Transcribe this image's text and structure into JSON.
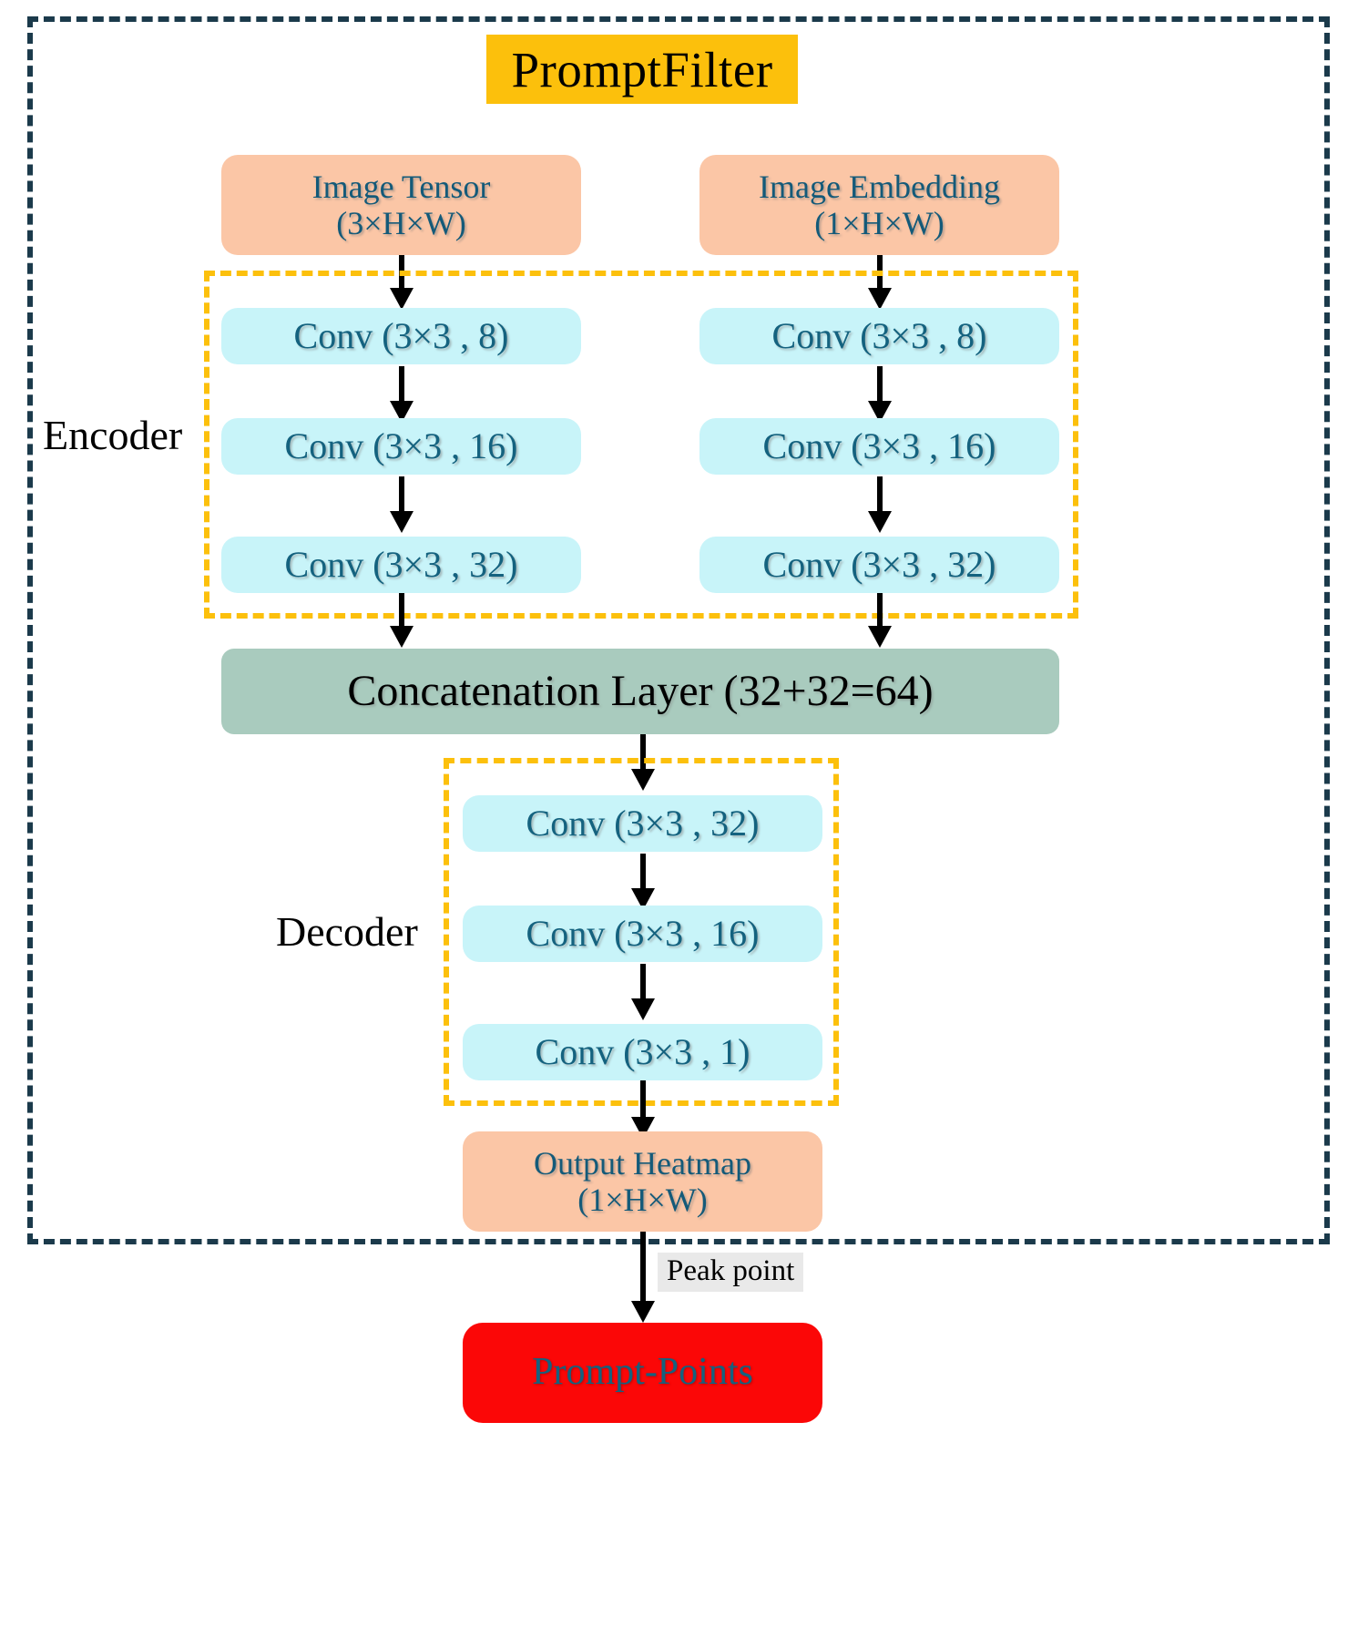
{
  "diagram": {
    "title": "PromptFilter",
    "title_bg": "#fcc00c",
    "outer_border_color": "#1b3a4b",
    "group_border_color": "#fcc00c",
    "inputs": [
      {
        "name": "image-tensor",
        "line1": "Image Tensor",
        "line2": "(3×H×W)",
        "color": "#fbc6a6"
      },
      {
        "name": "image-embedding",
        "line1": "Image Embedding",
        "line2": "(1×H×W)",
        "color": "#fbc6a6"
      }
    ],
    "encoder": {
      "label": "Encoder",
      "left_branch": [
        "Conv (3×3 , 8)",
        "Conv (3×3 , 16)",
        "Conv (3×3 , 32)"
      ],
      "right_branch": [
        "Conv (3×3 , 8)",
        "Conv (3×3 , 16)",
        "Conv (3×3 , 32)"
      ]
    },
    "concat": {
      "label": "Concatenation Layer (32+32=64)",
      "color": "#a9cbbe"
    },
    "decoder": {
      "label": "Decoder",
      "layers": [
        "Conv (3×3 , 32)",
        "Conv (3×3 , 16)",
        "Conv (3×3 , 1)"
      ]
    },
    "output": {
      "name": "output-heatmap",
      "line1": "Output Heatmap",
      "line2": "(1×H×W)",
      "color": "#fbc6a6"
    },
    "edge_label": "Peak point",
    "result": {
      "label": "Prompt-Points",
      "color": "#fb0707"
    }
  }
}
